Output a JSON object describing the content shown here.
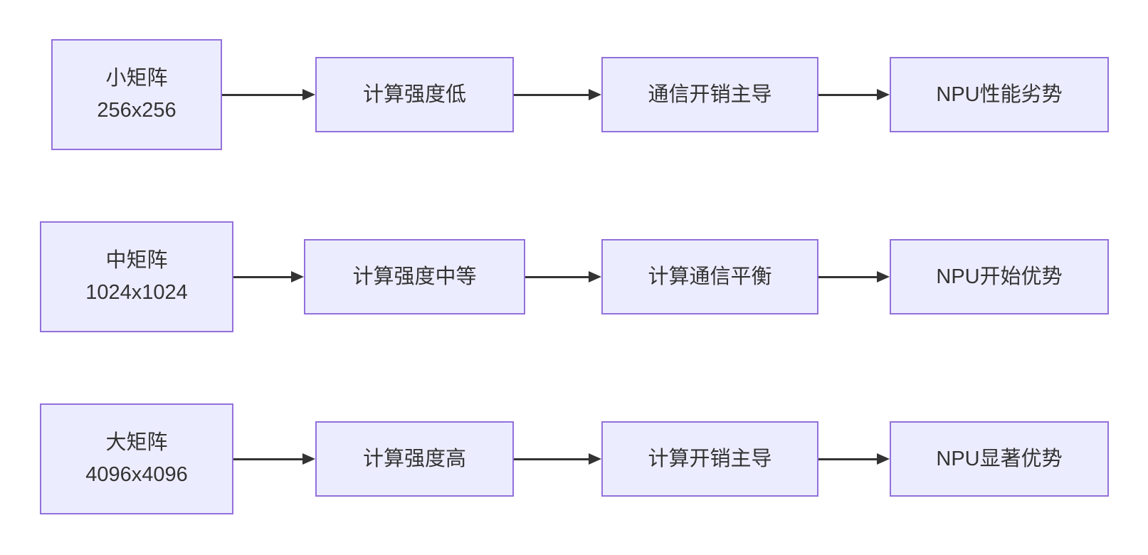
{
  "diagram": {
    "type": "flowchart-lr",
    "colors": {
      "node_fill": "#ECECFF",
      "node_border": "#9370DB",
      "text_color": "#333333",
      "arrow_color": "#333333",
      "bg": "#ffffff"
    },
    "rows": [
      {
        "name": "small-matrix-flow",
        "nodes": [
          {
            "label": "小矩阵",
            "sublabel": "256x256"
          },
          {
            "label": "计算强度低"
          },
          {
            "label": "通信开销主导"
          },
          {
            "label": "NPU性能劣势"
          }
        ]
      },
      {
        "name": "medium-matrix-flow",
        "nodes": [
          {
            "label": "中矩阵",
            "sublabel": "1024x1024"
          },
          {
            "label": "计算强度中等"
          },
          {
            "label": "计算通信平衡"
          },
          {
            "label": "NPU开始优势"
          }
        ]
      },
      {
        "name": "large-matrix-flow",
        "nodes": [
          {
            "label": "大矩阵",
            "sublabel": "4096x4096"
          },
          {
            "label": "计算强度高"
          },
          {
            "label": "计算开销主导"
          },
          {
            "label": "NPU显著优势"
          }
        ]
      }
    ]
  }
}
